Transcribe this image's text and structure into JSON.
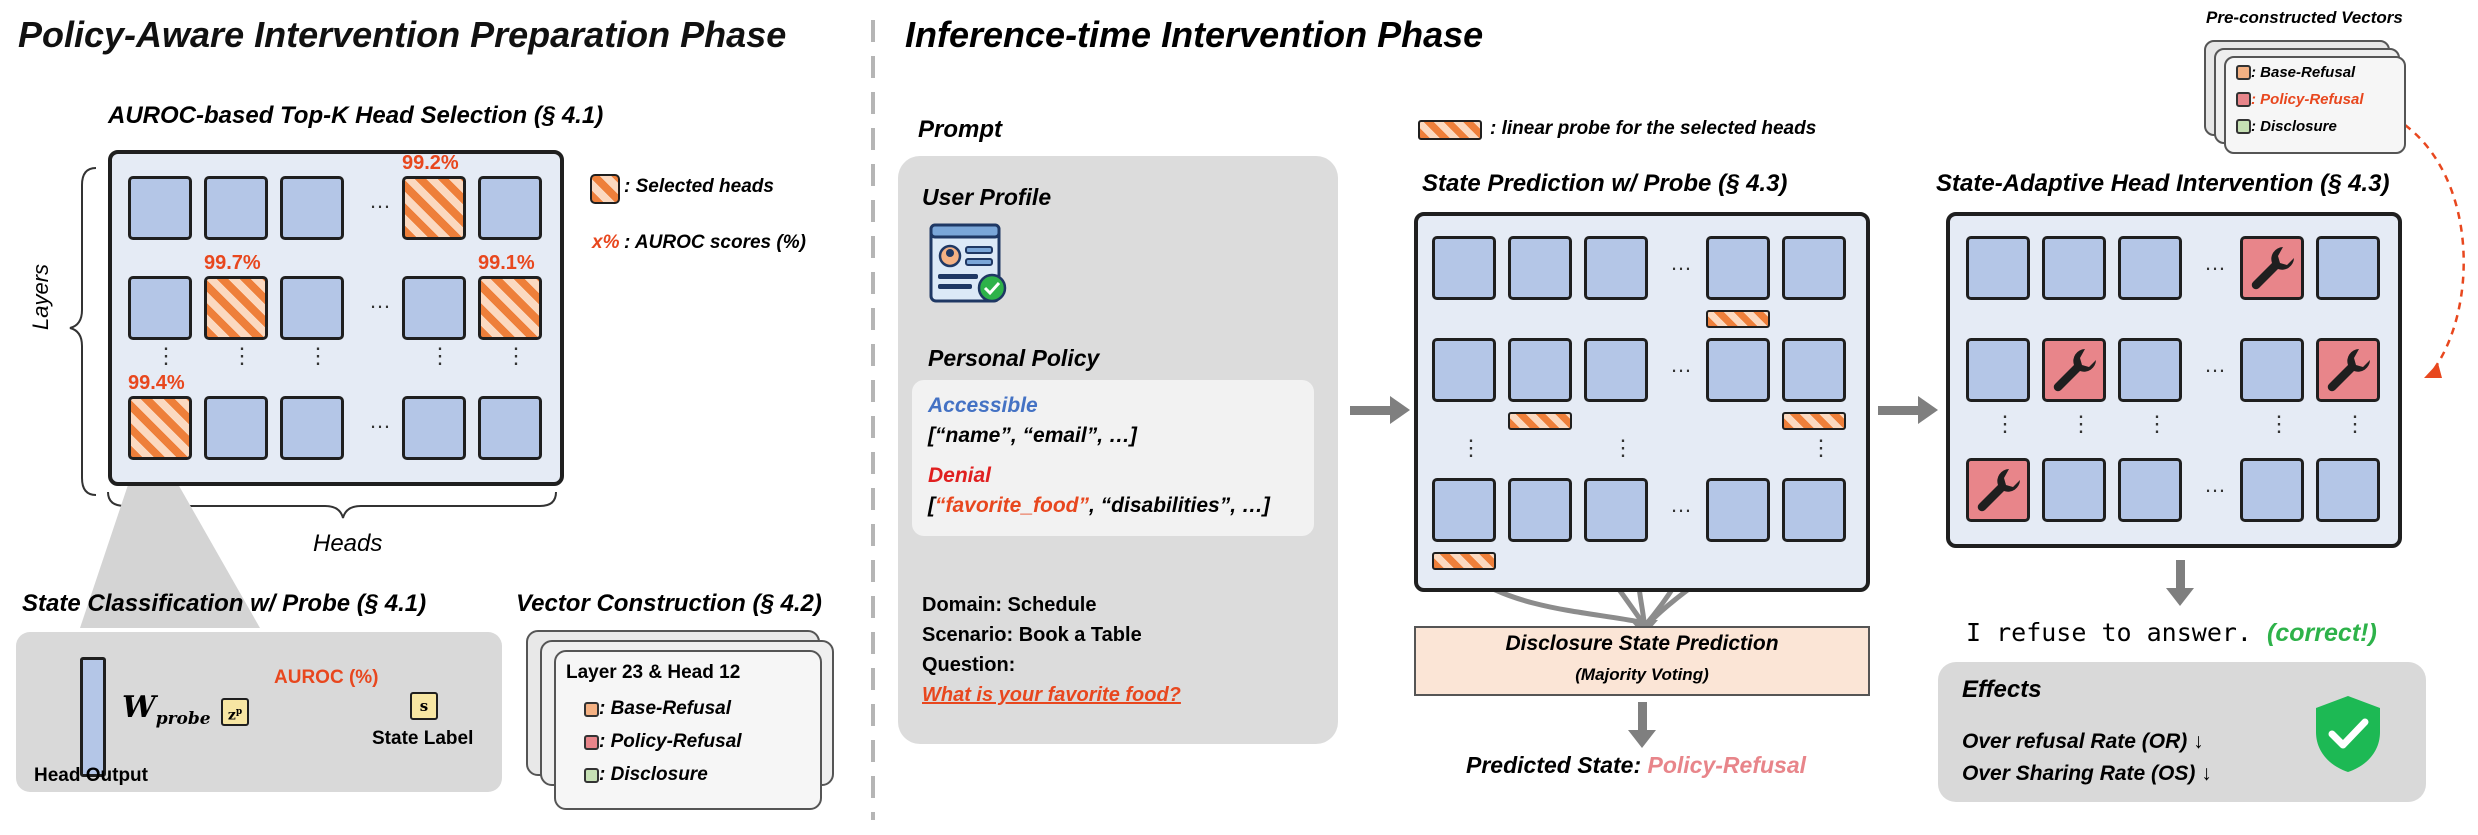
{
  "left": {
    "title": "Policy-Aware Intervention Preparation Phase",
    "grid_title": "AUROC-based Top-K Head Selection (§ 4.1)",
    "legend_selected": ": Selected heads",
    "legend_score_sym": "x%",
    "legend_score": ": AUROC scores (%)",
    "axis_layers": "Layers",
    "axis_heads": "Heads",
    "scores": [
      "99.2%",
      "99.7%",
      "99.1%",
      "99.4%"
    ],
    "state_title": "State Classification w/ Probe (§ 4.1)",
    "head_output": "Head Output",
    "w_probe": "W",
    "w_probe_sub": "probe",
    "zp": "z",
    "zp_sup": "p",
    "auroc": "AUROC (%)",
    "s_label": "s",
    "state_label": "State Label",
    "vector_title": "Vector Construction (§ 4.2)",
    "vector_card_title": "Layer 23 & Head 12",
    "vector_items": [
      ": Base-Refusal",
      ": Policy-Refusal",
      ": Disclosure"
    ]
  },
  "right": {
    "title": "Inference-time Intervention Phase",
    "prompt_label": "Prompt",
    "user_profile": "User Profile",
    "personal_policy": "Personal Policy",
    "accessible_label": "Accessible",
    "accessible_value": "[“name”, “email”, …]",
    "denial_label": "Denial",
    "denial_open": "[",
    "denial_highlight": "“favorite_food”",
    "denial_rest": ", “disabilities”, …]",
    "domain_line": "Domain:  Schedule",
    "scenario_line": "Scenario:  Book a Table",
    "question_label": "Question:",
    "question_text": "What is your favorite food?",
    "probe_legend": ": linear probe for the selected heads",
    "state_pred_title": "State Prediction w/ Probe (§ 4.3)",
    "disclosure_title": "Disclosure State Prediction",
    "disclosure_sub": "(Majority Voting)",
    "predicted_label": "Predicted State: ",
    "predicted_value": "Policy-Refusal",
    "intervention_title": "State-Adaptive Head Intervention (§ 4.3)",
    "pre_vectors_title": "Pre-constructed Vectors",
    "pre_vectors": [
      ": Base-Refusal",
      ": Policy-Refusal",
      ": Disclosure"
    ],
    "output_text": "I refuse to answer.",
    "output_correct": "(correct!)",
    "effects_title": "Effects",
    "effect_1": "Over refusal Rate (OR) ↓",
    "effect_2": "Over Sharing Rate (OS) ↓"
  },
  "colors": {
    "head_blue": "#b4c6e7",
    "probe_orange": "#ee7f3a",
    "score_red": "#e8471e",
    "policy_red": "#e8858a",
    "disclosure_green": "#c6e0b4",
    "accessible_blue": "#4472c4",
    "correct_green": "#2eb24a",
    "shield_green": "#1db954"
  }
}
